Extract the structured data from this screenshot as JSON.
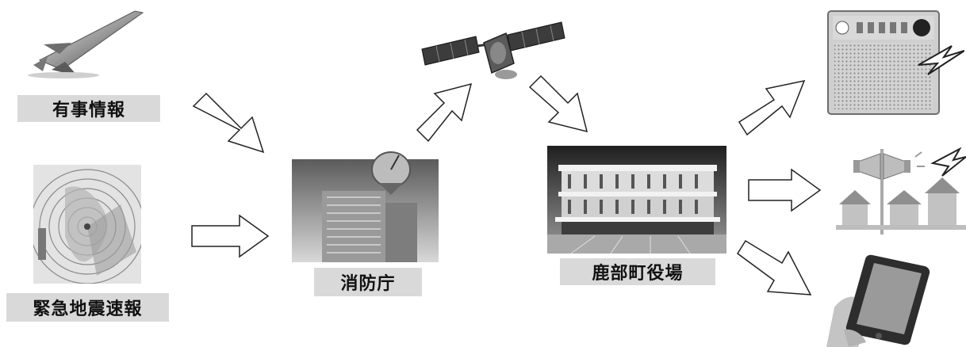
{
  "labels": {
    "emergency_info": "有事情報",
    "earthquake_warning": "緊急地震速報",
    "fdma": "消防庁",
    "town_office": "鹿部町役場"
  },
  "icons": {
    "missile": "missile-icon",
    "seismic_map": "seismic-map-icon",
    "satellite": "satellite-icon",
    "fdma_building": "fdma-building-antenna-icon",
    "town_office_building": "town-office-building-icon",
    "radio_receiver": "radio-receiver-icon",
    "loudspeaker": "loudspeaker-houses-icon",
    "smartphone": "smartphone-hand-icon"
  }
}
